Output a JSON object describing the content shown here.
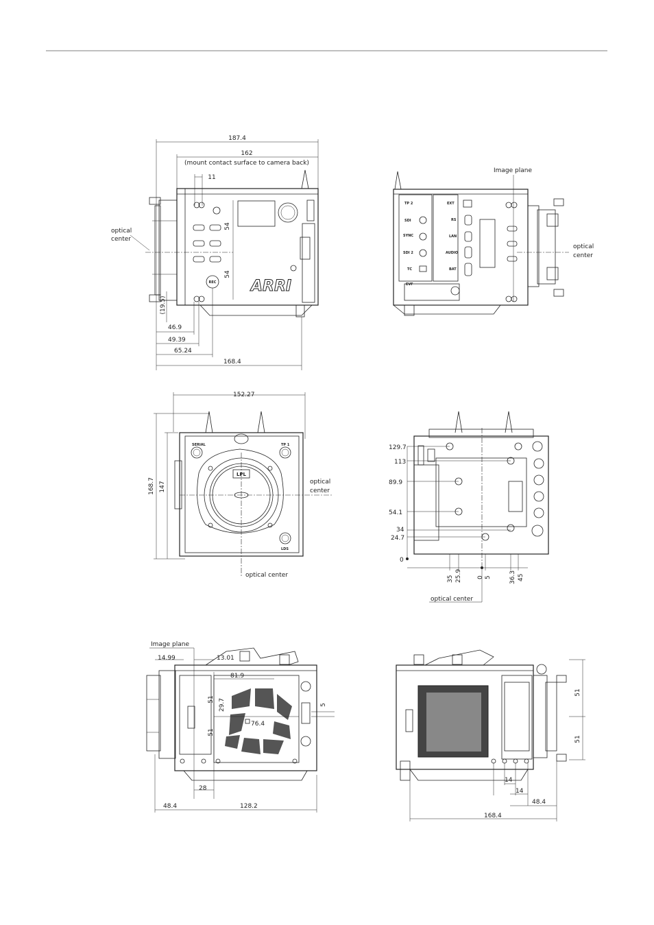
{
  "colors": {
    "ink": "#222222",
    "paper": "#ffffff"
  },
  "views": {
    "view1": {
      "dims": [
        "187.4",
        "162",
        "(mount contact surface to camera back)",
        "11",
        "54",
        "54",
        "(19.5)",
        "46.9",
        "49.39",
        "65.24",
        "168.4"
      ],
      "labels": [
        "optical",
        "center"
      ],
      "buttons": [
        "REC"
      ],
      "brand": "ARRI"
    },
    "view2": {
      "labels": [
        "Image plane",
        "optical",
        "center"
      ],
      "connectors": [
        "TP 2",
        "SDI",
        "SYNC",
        "SDI 2",
        "TC",
        "EXT",
        "RS",
        "LAN",
        "AUDIO",
        "BAT",
        "EVF"
      ]
    },
    "view3": {
      "dims": [
        "152.27",
        "168.7",
        "147"
      ],
      "labels": [
        "optical",
        "center",
        "optical center"
      ],
      "connectors": [
        "SERIAL",
        "TP 1",
        "LDS"
      ],
      "mount": "LPL"
    },
    "view4": {
      "left_dims": [
        "129.7",
        "113",
        "89.9",
        "54.1",
        "34",
        "24.7",
        "0"
      ],
      "bottom_dims": [
        "35",
        "25.9",
        "0",
        "5",
        "36.3",
        "45"
      ],
      "labels": [
        "optical center"
      ]
    },
    "view5": {
      "dims": [
        "14.99",
        "13.01",
        "81.9",
        "51",
        "29.7",
        "51",
        "5",
        "76.4",
        "28",
        "48.4",
        "128.2"
      ],
      "labels": [
        "Image plane"
      ]
    },
    "view6": {
      "dims": [
        "51",
        "51",
        "14",
        "14",
        "48.4",
        "168.4"
      ]
    }
  }
}
